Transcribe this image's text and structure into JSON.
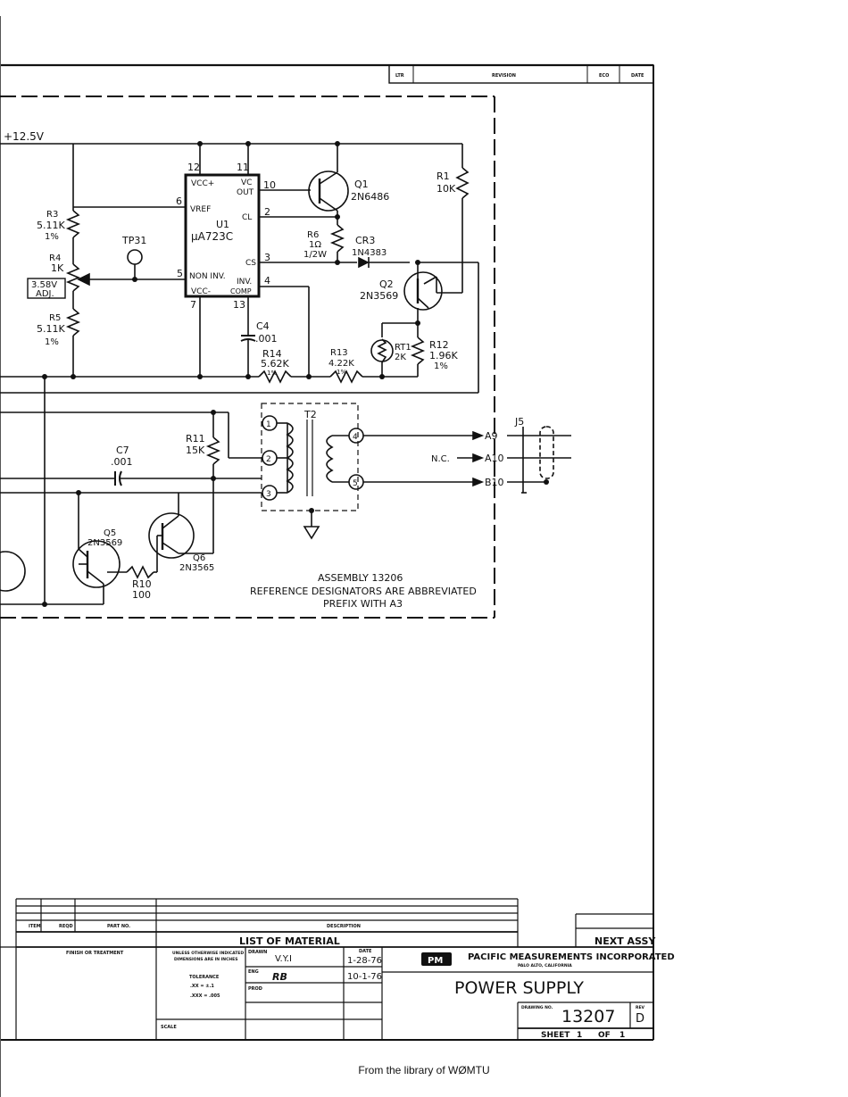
{
  "schematic": {
    "rail": "+12.5V",
    "ic": {
      "ref": "U1",
      "part": "μA723C",
      "pins": {
        "vcc_plus": "VCC+",
        "vc": "VC",
        "out": "OUT",
        "vref": "VREF",
        "cl": "CL",
        "cs": "CS",
        "noninv": "NON INV.",
        "inv": "INV.",
        "vcc_minus": "VCC-",
        "comp": "COMP"
      },
      "pin_numbers": {
        "p12": "12",
        "p11": "11",
        "p10": "10",
        "p6": "6",
        "p2": "2",
        "p3": "3",
        "p5": "5",
        "p4": "4",
        "p7": "7",
        "p13": "13"
      }
    },
    "q1": {
      "ref": "Q1",
      "part": "2N6486"
    },
    "q2": {
      "ref": "Q2",
      "part": "2N3569"
    },
    "q5": {
      "ref": "Q5",
      "part": "2N3569"
    },
    "q6": {
      "ref": "Q6",
      "part": "2N3565"
    },
    "r1": {
      "ref": "R1",
      "value": "10K"
    },
    "r3": {
      "ref": "R3",
      "value": "5.11K",
      "tol": "1%"
    },
    "r4": {
      "ref": "R4",
      "value": "1K",
      "note1": "3.58V",
      "note2": "ADJ."
    },
    "r5": {
      "ref": "R5",
      "value": "5.11K",
      "tol": "1%"
    },
    "r6": {
      "ref": "R6",
      "value": "1Ω",
      "power": "1/2W"
    },
    "cr3": {
      "ref": "CR3",
      "part": "1N4383"
    },
    "c4": {
      "ref": "C4",
      "value": ".001"
    },
    "c7": {
      "ref": "C7",
      "value": ".001"
    },
    "r14": {
      "ref": "R14",
      "value": "5.62K",
      "tol": "1%"
    },
    "r13": {
      "ref": "R13",
      "value": "4.22K",
      "tol": "1%"
    },
    "rt1": {
      "ref": "RT1",
      "value": "2K"
    },
    "r12": {
      "ref": "R12",
      "value": "1.96K",
      "tol": "1%"
    },
    "r11": {
      "ref": "R11",
      "value": "15K"
    },
    "r10": {
      "ref": "R10",
      "value": "100"
    },
    "tp31": "TP31",
    "t2": {
      "ref": "T2",
      "pins": [
        "1",
        "2",
        "3",
        "4",
        "5"
      ]
    },
    "j5": "J5",
    "outputs": [
      "A9",
      "A10",
      "B10"
    ],
    "nc": "N.C.",
    "assembly_note": {
      "line1": "ASSEMBLY 13206",
      "line2": "REFERENCE DESIGNATORS ARE ABBREVIATED",
      "line3": "PREFIX WITH A3"
    }
  },
  "revision_block": {
    "ltr": "LTR",
    "revision": "REVISION",
    "eco": "ECO",
    "date": "DATE"
  },
  "title_block": {
    "item": "ITEM",
    "reqd": "REQD",
    "part_no": "PART NO.",
    "description": "DESCRIPTION",
    "list_of_material": "LIST OF MATERIAL",
    "next_assy": "NEXT ASSY",
    "finish": "FINISH OR TREATMENT",
    "unless_1": "UNLESS OTHERWISE INDICATED",
    "unless_2": "DIMENSIONS ARE IN INCHES",
    "tolerance": "TOLERANCE",
    "tol_xx": ".XX = ±.1",
    "tol_xxx": ".XXX = .005",
    "scale": "SCALE",
    "drawn": "DRAWN",
    "drawn_by": "V.Y.I",
    "date_label": "DATE",
    "drawn_date": "1-28-76",
    "eng": "ENG",
    "eng_by": "RB",
    "eng_date": "10-1-76",
    "prod": "PROD",
    "logo": "PM",
    "company": "PACIFIC   MEASUREMENTS   INCORPORATED",
    "city": "PALO ALTO, CALIFORNIA",
    "title": "POWER SUPPLY",
    "drawing_no_label": "DRAWING NO.",
    "drawing_no": "13207",
    "rev_label": "REV",
    "rev": "D",
    "sheet_label": "SHEET",
    "sheet": "1",
    "of_label": "OF",
    "of": "1"
  },
  "footer": "From the library of WØMTU"
}
